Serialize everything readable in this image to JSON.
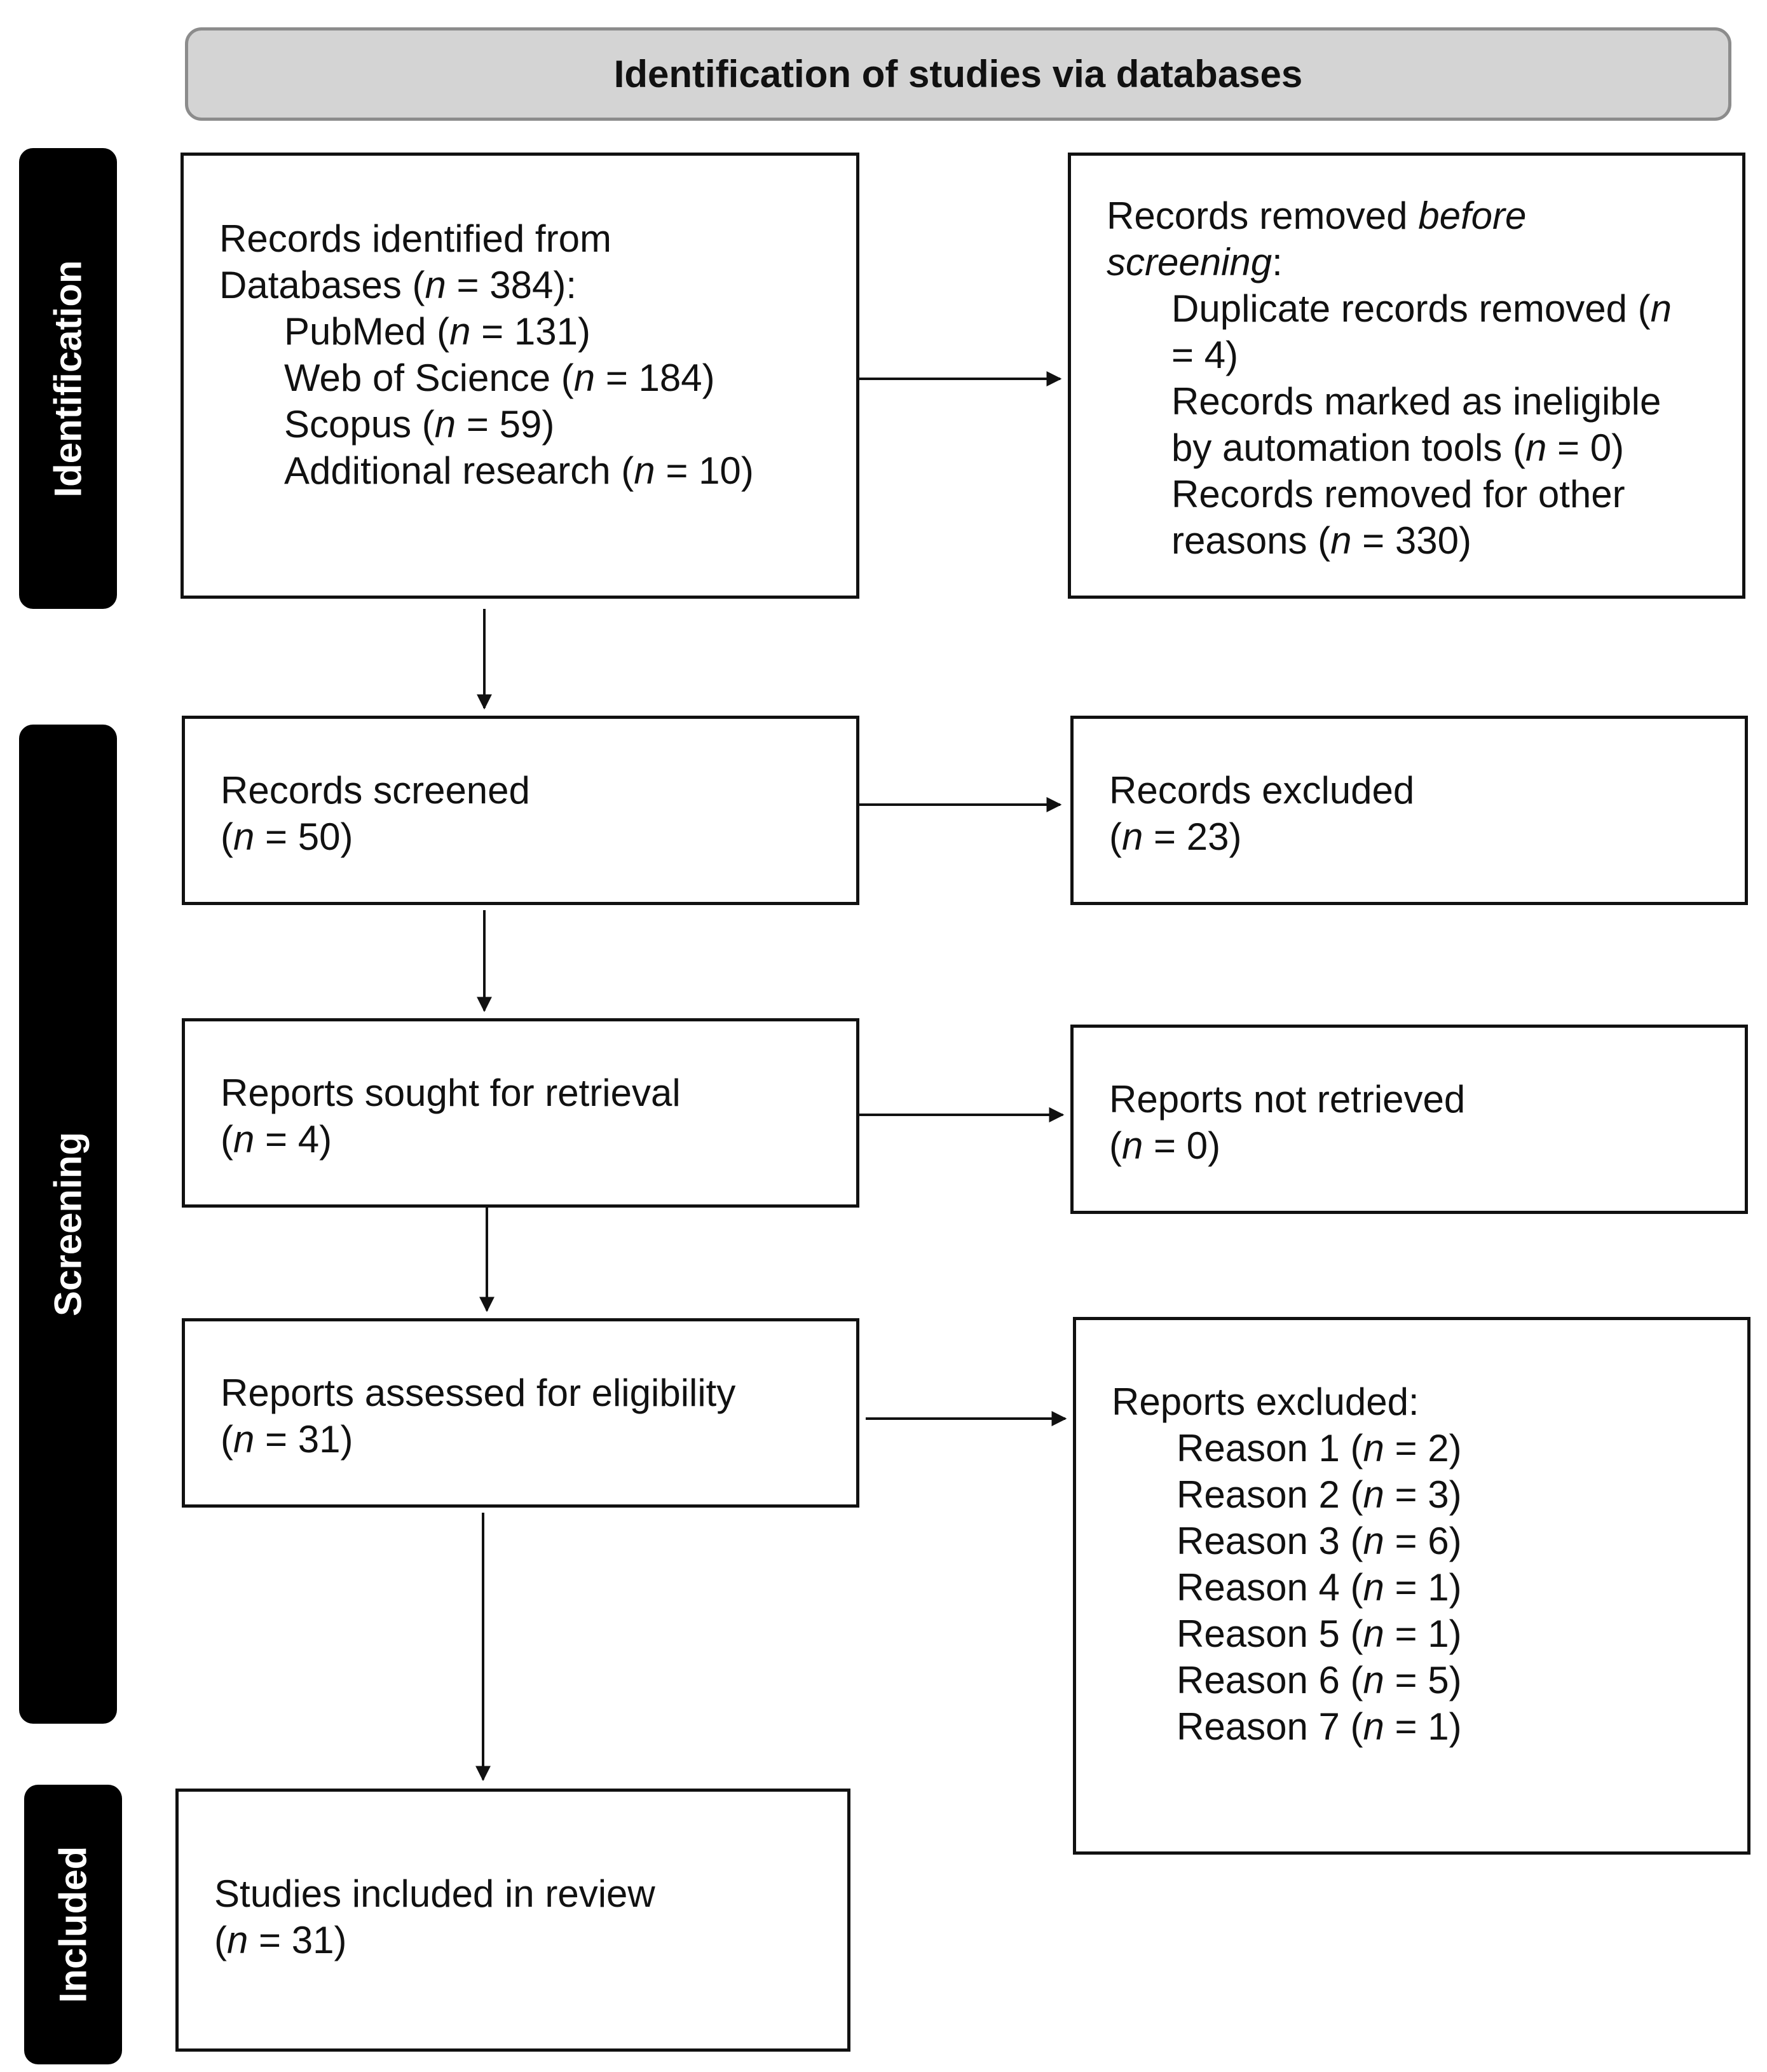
{
  "header": {
    "title": "Identification of studies via databases"
  },
  "phases": {
    "identification": "Identification",
    "screening": "Screening",
    "included": "Included"
  },
  "records_identified": {
    "line1": "Records identified from",
    "databases_label": "Databases (",
    "databases_n": "384",
    "sources": [
      {
        "label": "PubMed",
        "n": "131"
      },
      {
        "label": "Web of Science",
        "n": "184"
      },
      {
        "label": "Scopus",
        "n": "59"
      },
      {
        "label": "Additional research",
        "n": "10"
      }
    ]
  },
  "records_removed": {
    "title_prefix": "Records removed ",
    "title_italic_1": "before",
    "title_italic_2": "screening",
    "title_suffix": ":",
    "duplicate_label": "Duplicate records removed (",
    "duplicate_n": "4",
    "automation_label_1": "Records marked as ineligible",
    "automation_label_2": "by automation tools (",
    "automation_n": "0",
    "other_label_1": "Records removed for other",
    "other_label_2": "reasons (",
    "other_n": "330"
  },
  "records_screened": {
    "label": "Records screened",
    "n": "50"
  },
  "records_excluded": {
    "label": "Records excluded",
    "n": "23"
  },
  "reports_sought": {
    "label": "Reports sought for retrieval",
    "n": "4"
  },
  "reports_not_retrieved": {
    "label": "Reports not retrieved",
    "n": "0"
  },
  "reports_assessed": {
    "label": "Reports assessed for eligibility",
    "n": "31"
  },
  "reports_excluded": {
    "label": "Reports excluded:",
    "reasons": [
      {
        "label": "Reason 1",
        "n": "2"
      },
      {
        "label": "Reason 2",
        "n": "3"
      },
      {
        "label": "Reason 3",
        "n": "6"
      },
      {
        "label": "Reason 4",
        "n": "1"
      },
      {
        "label": "Reason 5",
        "n": "1"
      },
      {
        "label": "Reason 6",
        "n": "5"
      },
      {
        "label": "Reason 7",
        "n": "1"
      }
    ]
  },
  "studies_included": {
    "label": "Studies included in review",
    "n": "31"
  },
  "n_symbol": "n",
  "equals": " = "
}
